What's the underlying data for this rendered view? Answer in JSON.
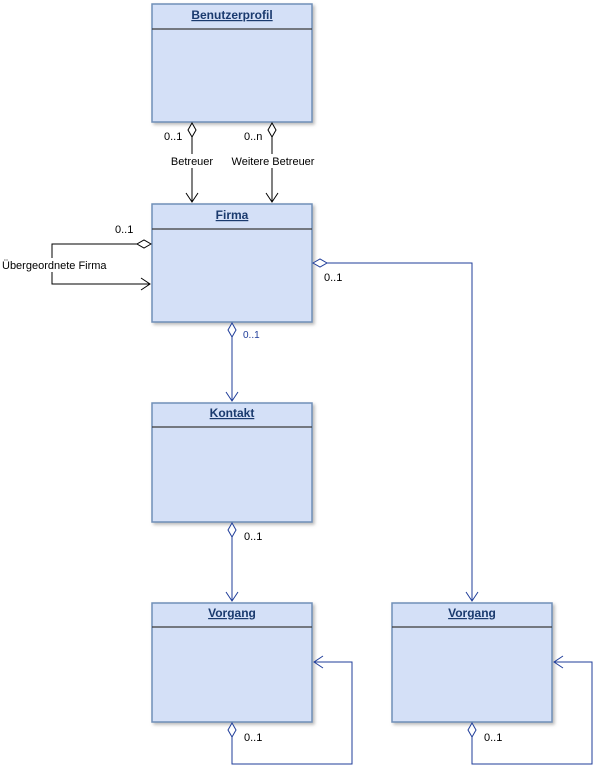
{
  "classes": {
    "benutzerprofil": "Benutzerprofil",
    "firma": "Firma",
    "kontakt": "Kontakt",
    "vorgang_left": "Vorgang",
    "vorgang_right": "Vorgang"
  },
  "associations": {
    "betreuer": {
      "multiplicity": "0..1",
      "role": "Betreuer"
    },
    "weitere_betreuer": {
      "multiplicity": "0..n",
      "role": "Weitere Betreuer"
    },
    "uebergeordnete_firma": {
      "multiplicity": "0..1",
      "role": "Übergeordnete Firma"
    },
    "firma_vorgang": {
      "multiplicity": "0..1"
    },
    "firma_kontakt": {
      "multiplicity": "0..1"
    },
    "kontakt_vorgang": {
      "multiplicity": "0..1"
    },
    "vorgang_left_self": {
      "multiplicity": "0..1"
    },
    "vorgang_right_self": {
      "multiplicity": "0..1"
    }
  },
  "colors": {
    "class_fill": "#d4e0f7",
    "class_border": "#6f8fb8",
    "title_text": "#1a3a6e",
    "blue_line": "#1f3d9a",
    "black_line": "#000000"
  }
}
